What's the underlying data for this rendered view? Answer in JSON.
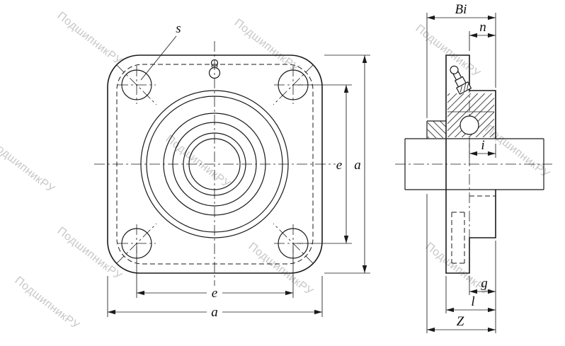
{
  "watermark": {
    "text": "ПодшипникРУ",
    "color": "#c8c8c8"
  },
  "front_view": {
    "dims": {
      "s": "s",
      "e": "e",
      "a": "a"
    }
  },
  "side_view": {
    "dims": {
      "Bi": "Bi",
      "n": "n",
      "i": "i",
      "g": "g",
      "l": "l",
      "Z": "Z"
    }
  }
}
